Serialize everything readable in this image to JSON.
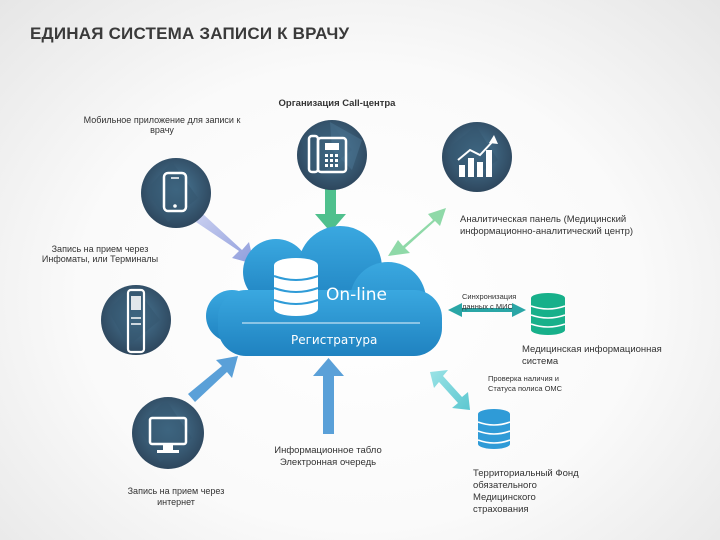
{
  "title": "ЕДИНАЯ СИСТЕМА ЗАПИСИ К ВРАЧУ",
  "center": {
    "online": "On-line",
    "registry": "Регистратура"
  },
  "nodes": {
    "call_center": "Организация Call-центра",
    "mobile_app": "Мобильное приложение для записи к врачу",
    "infomats": "Запись на прием через Инфоматы, или Терминалы",
    "analytics": "Аналитическая панель (Медицинский информационно-аналитический центр)",
    "sync": "Синхронизация данных с МИС",
    "mis": "Медицинская информационная система",
    "oms_check": "Проверка наличия и Статуса полиса ОМС",
    "tfoms": "Территориальный Фонд обязательного Медицинского страхования",
    "info_board": "Информационное табло Электронная очередь",
    "internet": "Запись на прием через интернет"
  },
  "colors": {
    "circle_dark": "#2f4a63",
    "circle_mid": "#3d6c8b",
    "green_arrow": "#4fc08d",
    "lavender_arrow": "#a9b4e6",
    "blue_arrow": "#5aa0d8",
    "cloud": "#2f9bd7",
    "db_green": "#17b08a",
    "db_blue": "#2f9bd7"
  },
  "icons": [
    "phone-icon",
    "analytics-chart-icon",
    "mobile-phone-icon",
    "terminal-icon",
    "monitor-icon",
    "database-icon"
  ]
}
